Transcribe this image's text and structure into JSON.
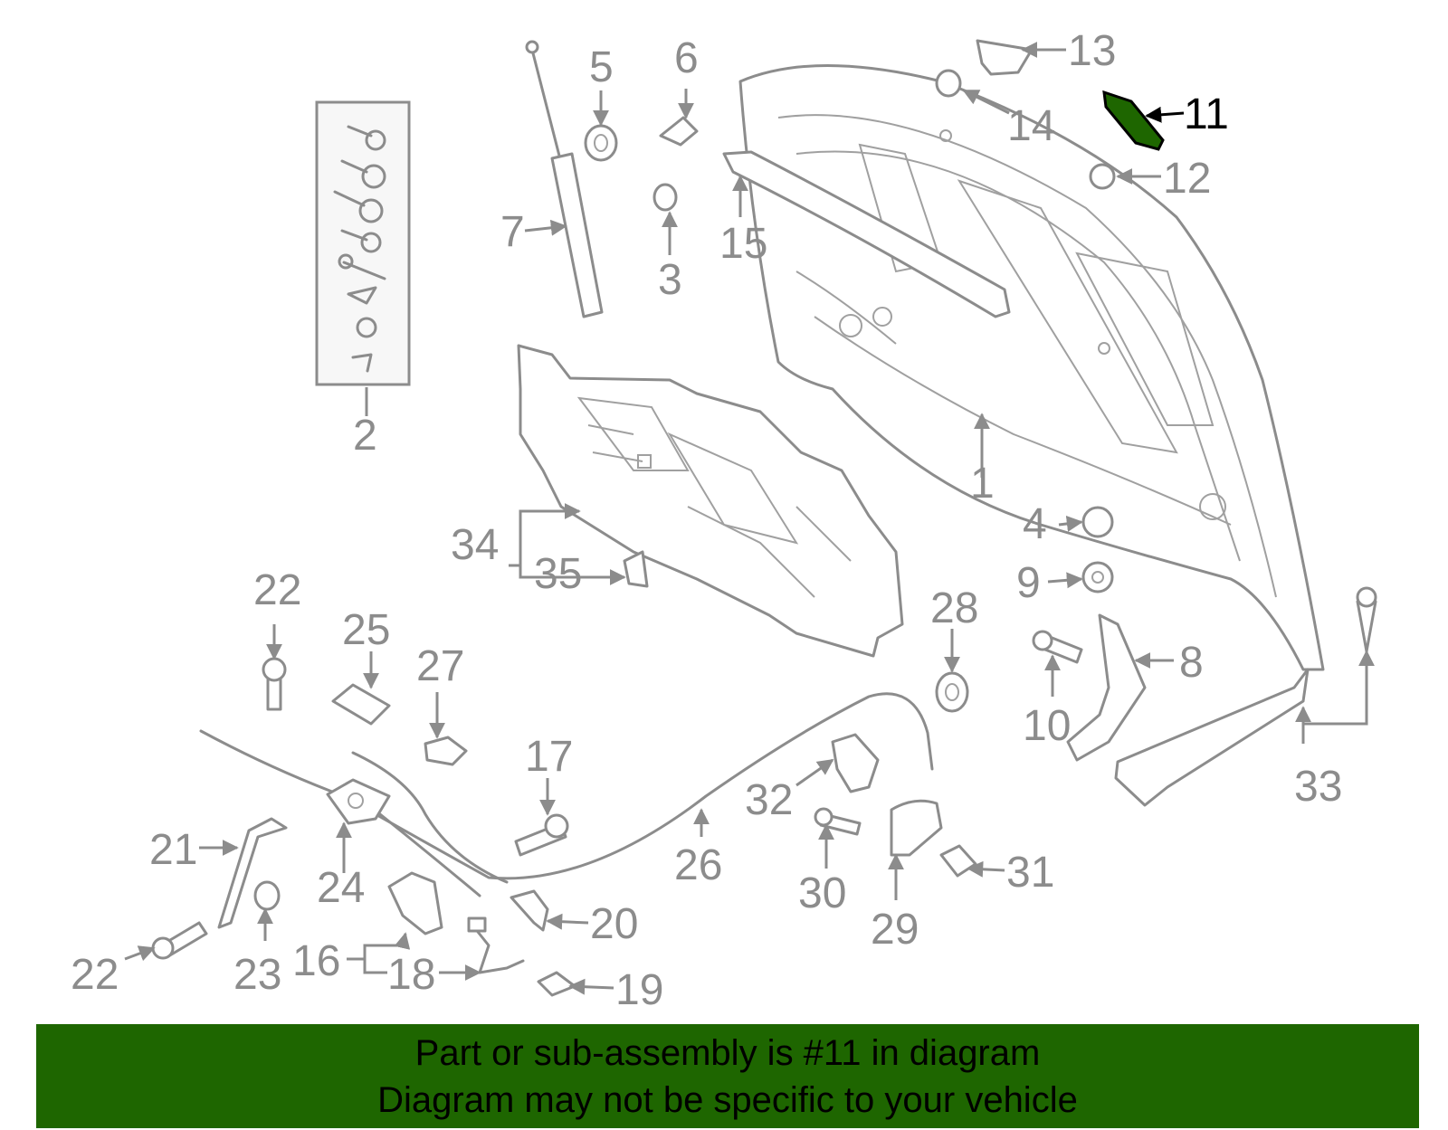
{
  "diagram": {
    "highlight": "11",
    "highlight_color": "#1e6600",
    "callouts": [
      "1",
      "2",
      "3",
      "4",
      "5",
      "6",
      "7",
      "8",
      "9",
      "10",
      "11",
      "12",
      "13",
      "14",
      "15",
      "16",
      "17",
      "18",
      "19",
      "20",
      "21",
      "22",
      "22",
      "23",
      "24",
      "25",
      "26",
      "27",
      "28",
      "29",
      "30",
      "31",
      "32",
      "33",
      "34",
      "35"
    ]
  },
  "banner": {
    "line1": "Part or sub-assembly is #11 in diagram",
    "line2": "Diagram may not be specific to your vehicle",
    "background": "#1e6600"
  }
}
